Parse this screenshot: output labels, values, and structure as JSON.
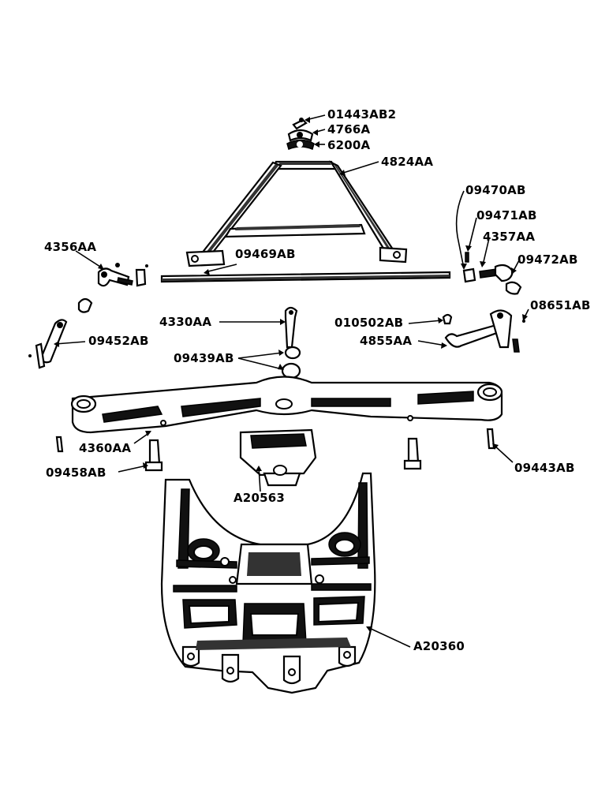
{
  "parts": [
    {
      "id": "01443AB2",
      "label": "01443AB2"
    },
    {
      "id": "4766A",
      "label": "4766A"
    },
    {
      "id": "6200A",
      "label": "6200A"
    },
    {
      "id": "4824AA",
      "label": "4824AA"
    },
    {
      "id": "09470AB",
      "label": "09470AB"
    },
    {
      "id": "09471AB",
      "label": "09471AB"
    },
    {
      "id": "4357AA",
      "label": "4357AA"
    },
    {
      "id": "09472AB",
      "label": "09472AB"
    },
    {
      "id": "4356AA",
      "label": "4356AA"
    },
    {
      "id": "09469AB",
      "label": "09469AB"
    },
    {
      "id": "08651AB",
      "label": "08651AB"
    },
    {
      "id": "4330AA",
      "label": "4330AA"
    },
    {
      "id": "010502AB",
      "label": "010502AB"
    },
    {
      "id": "09452AB",
      "label": "09452AB"
    },
    {
      "id": "4855AA",
      "label": "4855AA"
    },
    {
      "id": "09439AB",
      "label": "09439AB"
    },
    {
      "id": "4360AA",
      "label": "4360AA"
    },
    {
      "id": "09458AB",
      "label": "09458AB"
    },
    {
      "id": "09443AB",
      "label": "09443AB"
    },
    {
      "id": "A20563",
      "label": "A20563"
    },
    {
      "id": "A20360",
      "label": "A20360"
    }
  ]
}
